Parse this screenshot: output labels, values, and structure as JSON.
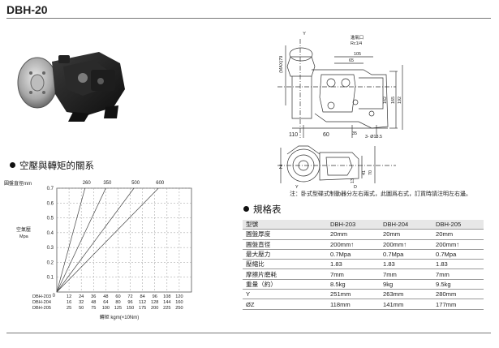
{
  "title": "DBH-20",
  "sections": {
    "torque": "空壓與轉矩的關系",
    "spec": "規格表"
  },
  "note": "注：卧式型碟式制動器分左右兩式，此圖爲右式，訂貨時請注明左右邊。",
  "drawing_labels": {
    "y_top": "Y",
    "port": "進氣口",
    "port_size": "Rc1/4",
    "d105": "105",
    "d65": "65",
    "max79": "(MAX)79",
    "d162": "162",
    "d165": "165",
    "d192": "192",
    "d35": "35",
    "d110": "110",
    "d60": "60",
    "hole": "3- Ø13.5",
    "z": "Z",
    "d13": "13",
    "d41": "41",
    "d70": "70",
    "y_bottom": "Y",
    "d": "D"
  },
  "chart_data": {
    "type": "line",
    "xlabel": "轉矩 kgm(×10Nm)",
    "ylabel": "空氣壓",
    "ylabel_unit": "Mpa",
    "top_axis_label": "圓盤直徑mm",
    "top_ticks": [
      "260",
      "350",
      "500",
      "600"
    ],
    "y_ticks": [
      "0.1",
      "0.2",
      "0.3",
      "0.4",
      "0.5",
      "0.6",
      "0.7"
    ],
    "ylim": [
      0,
      0.7
    ],
    "xlim": [
      0,
      11
    ],
    "grid": true,
    "x_tick_rows": [
      {
        "name": "DBH-203",
        "ticks": [
          "12",
          "24",
          "36",
          "48",
          "60",
          "72",
          "84",
          "96",
          "108",
          "120"
        ]
      },
      {
        "name": "DBH-204",
        "ticks": [
          "16",
          "32",
          "48",
          "64",
          "80",
          "96",
          "112",
          "128",
          "144",
          "160"
        ]
      },
      {
        "name": "DBH-205",
        "ticks": [
          "25",
          "50",
          "75",
          "100",
          "125",
          "150",
          "175",
          "200",
          "225",
          "250"
        ]
      }
    ],
    "series": [
      {
        "name": "260",
        "points": [
          [
            0,
            0
          ],
          [
            2.3,
            0.7
          ]
        ]
      },
      {
        "name": "350",
        "points": [
          [
            0,
            0
          ],
          [
            4.0,
            0.7
          ]
        ]
      },
      {
        "name": "500",
        "points": [
          [
            0,
            0
          ],
          [
            6.3,
            0.7
          ]
        ]
      },
      {
        "name": "600",
        "points": [
          [
            0,
            0
          ],
          [
            8.3,
            0.7
          ]
        ]
      }
    ]
  },
  "spec_table": {
    "header": [
      "型號",
      "DBH-203",
      "DBH-204",
      "DBH-205"
    ],
    "rows": [
      [
        "圓盤厚度",
        "20mm",
        "20mm",
        "20mm"
      ],
      [
        "圓盤直徑",
        "200mm↑",
        "200mm↑",
        "200mm↑"
      ],
      [
        "最大壓力",
        "0.7Mpa",
        "0.7Mpa",
        "0.7Mpa"
      ],
      [
        "壓縮比",
        "1.83",
        "1.83",
        "1.83"
      ],
      [
        "摩擦片磨耗",
        "7mm",
        "7mm",
        "7mm"
      ],
      [
        "重量（約）",
        "8.5kg",
        "9kg",
        "9.5kg"
      ],
      [
        "Y",
        "251mm",
        "263mm",
        "280mm"
      ],
      [
        "ØZ",
        "118mm",
        "141mm",
        "177mm"
      ]
    ]
  }
}
